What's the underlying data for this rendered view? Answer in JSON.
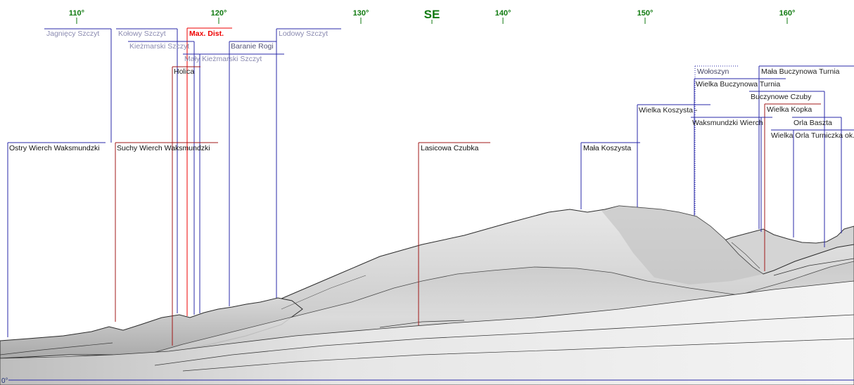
{
  "compass": {
    "ticks": [
      {
        "deg": 110,
        "label": "110°"
      },
      {
        "deg": 120,
        "label": "120°"
      },
      {
        "deg": 130,
        "label": "130°"
      },
      {
        "deg": 140,
        "label": "140°"
      },
      {
        "deg": 150,
        "label": "150°"
      },
      {
        "deg": 160,
        "label": "160°"
      }
    ],
    "direction": {
      "deg": 135,
      "label": "SE"
    }
  },
  "horizon_label": "0°",
  "peaks": [
    {
      "name": "Jagnięcy Szczyt",
      "color": "#8a8ab0",
      "line": "#2a2aa8"
    },
    {
      "name": "Kołowy Szczyt",
      "color": "#8a8ab0",
      "line": "#2a2aa8"
    },
    {
      "name": "Max. Dist.",
      "color": "#ee0000",
      "line": "#ee0000",
      "bold": true
    },
    {
      "name": "Lodowy Szczyt",
      "color": "#8a8ab0",
      "line": "#2a2aa8"
    },
    {
      "name": "Kieżmarski Szczyt",
      "color": "#8a8ab0",
      "line": "#2a2aa8"
    },
    {
      "name": "Baranie Rogi",
      "color": "#555577",
      "line": "#2a2aa8"
    },
    {
      "name": "Mały Kieżmarski Szczyt",
      "color": "#8a8ab0",
      "line": "#2a2aa8"
    },
    {
      "name": "Holica",
      "color": "#222222",
      "line": "#a01818"
    },
    {
      "name": "Ostry Wierch Waksmundzki",
      "color": "#111111",
      "line": "#2a2aa8"
    },
    {
      "name": "Suchy Wierch Waksmundzki",
      "color": "#111111",
      "line": "#a01818"
    },
    {
      "name": "Lasicowa Czubka",
      "color": "#111111",
      "line": "#a01818"
    },
    {
      "name": "Mała Koszysta",
      "color": "#111111",
      "line": "#2a2aa8"
    },
    {
      "name": "Wielka Koszysta -",
      "color": "#222222",
      "line": "#2a2aa8"
    },
    {
      "name": "Wołoszyn",
      "color": "#444466",
      "line": "#2a2aa8",
      "dotted": true
    },
    {
      "name": "Mała Buczynowa Turnia",
      "color": "#222222",
      "line": "#2a2aa8"
    },
    {
      "name": "Wielka Buczynowa Turnia",
      "color": "#222222",
      "line": "#2a2aa8"
    },
    {
      "name": "Buczynowe Czuby",
      "color": "#222222",
      "line": "#2a2aa8"
    },
    {
      "name": "Wielka Kopka",
      "color": "#222222",
      "line": "#a01818"
    },
    {
      "name": "Waksmundzki Wierch",
      "color": "#222222",
      "line": "#2a2aa8"
    },
    {
      "name": "Orla Baszta",
      "color": "#222222",
      "line": "#2a2aa8"
    },
    {
      "name": "Wielka Orla Turniczka ok.",
      "color": "#222222",
      "line": "#2a2aa8"
    }
  ],
  "colors": {
    "tick": "#0f7a0f",
    "terrain_light": "#f2f2f2",
    "terrain_mid": "#c8c8c8",
    "terrain_dark": "#9a9a9a",
    "ridge": "#2b2b2b",
    "horizon": "#2a2aa8"
  }
}
